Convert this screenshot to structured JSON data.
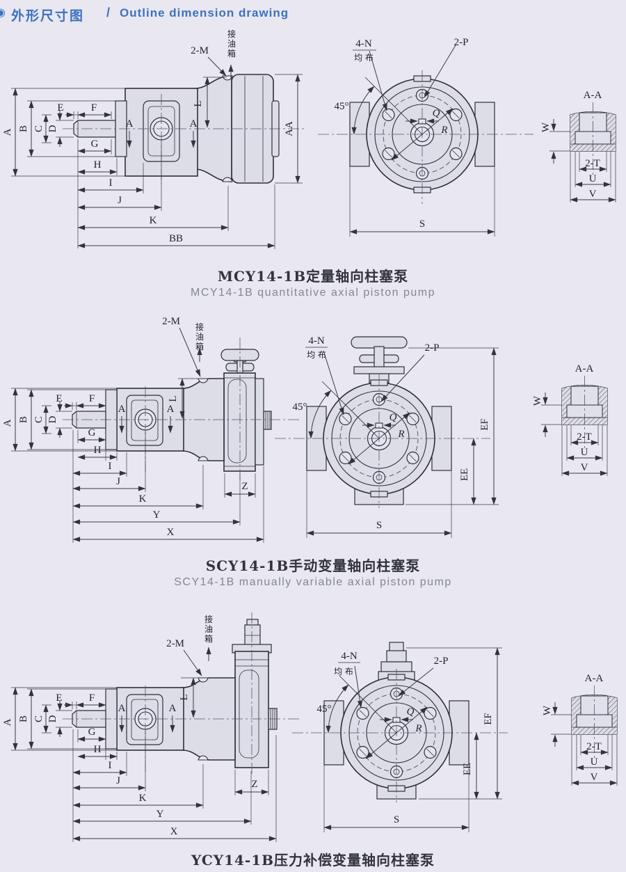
{
  "colors": {
    "accent_blue": "#3c70c0",
    "paper": "#e9e8f0",
    "line": "#2f2f39",
    "body_fill": "#dcdde7"
  },
  "header": {
    "bullet": "◉",
    "title_zh": "外形尺寸图",
    "separator": "/",
    "title_en": "Outline dimension drawing"
  },
  "dims": {
    "A": "A",
    "B": "B",
    "C": "C",
    "D": "D",
    "E": "E",
    "F": "F",
    "G": "G",
    "H": "H",
    "I": "I",
    "J": "J",
    "K": "K",
    "L": "L",
    "Q": "Q",
    "R": "R",
    "S": "S",
    "U": "U",
    "V": "V",
    "W": "W",
    "X": "X",
    "Y": "Y",
    "Z": "Z",
    "AA": "AA",
    "BB": "BB",
    "EE": "EE",
    "EF": "EF",
    "M2": "2-M",
    "N4": "4-N",
    "P2": "2-P",
    "T2": "2-T",
    "angle45": "45°",
    "sectionAA": "A-A",
    "viewA": "A",
    "evenly": "均 布",
    "oil_tank": [
      "接",
      "油",
      "箱"
    ]
  },
  "pumps": [
    {
      "caption_zh": "MCY14-1B定量轴向柱塞泵",
      "caption_en": "MCY14-1B quantitative axial piston pump"
    },
    {
      "caption_zh": "SCY14-1B手动变量轴向柱塞泵",
      "caption_en": "SCY14-1B manually variable axial piston pump"
    },
    {
      "caption_zh": "YCY14-1B压力补偿变量轴向柱塞泵",
      "caption_en": ""
    }
  ]
}
